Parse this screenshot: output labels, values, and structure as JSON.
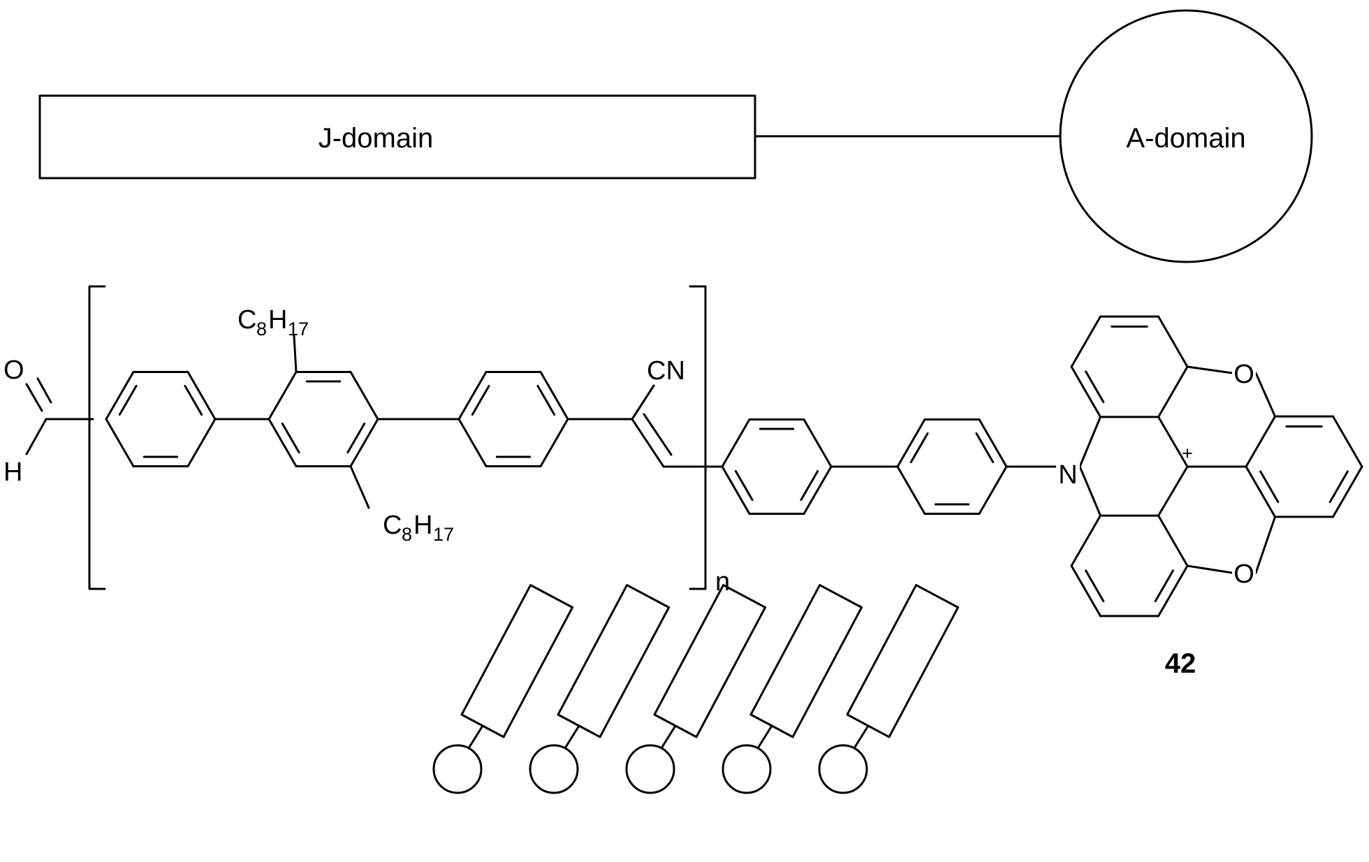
{
  "schematic": {
    "left_box_label": "J-domain",
    "right_circle_label": "A-domain"
  },
  "molecule": {
    "aldehyde": {
      "oxygen": "O",
      "hydrogen": "H"
    },
    "alkyl_substituent": {
      "carbon": "C",
      "carbon_count": "8",
      "hydrogen": "H",
      "hydrogen_count": "17"
    },
    "nitrile": "CN",
    "repeat_subscript": "n",
    "nitrogen": "N",
    "charge": "+",
    "ring_oxygen": "O",
    "compound_number": "42"
  },
  "assembly": {
    "unit_count": 5
  }
}
